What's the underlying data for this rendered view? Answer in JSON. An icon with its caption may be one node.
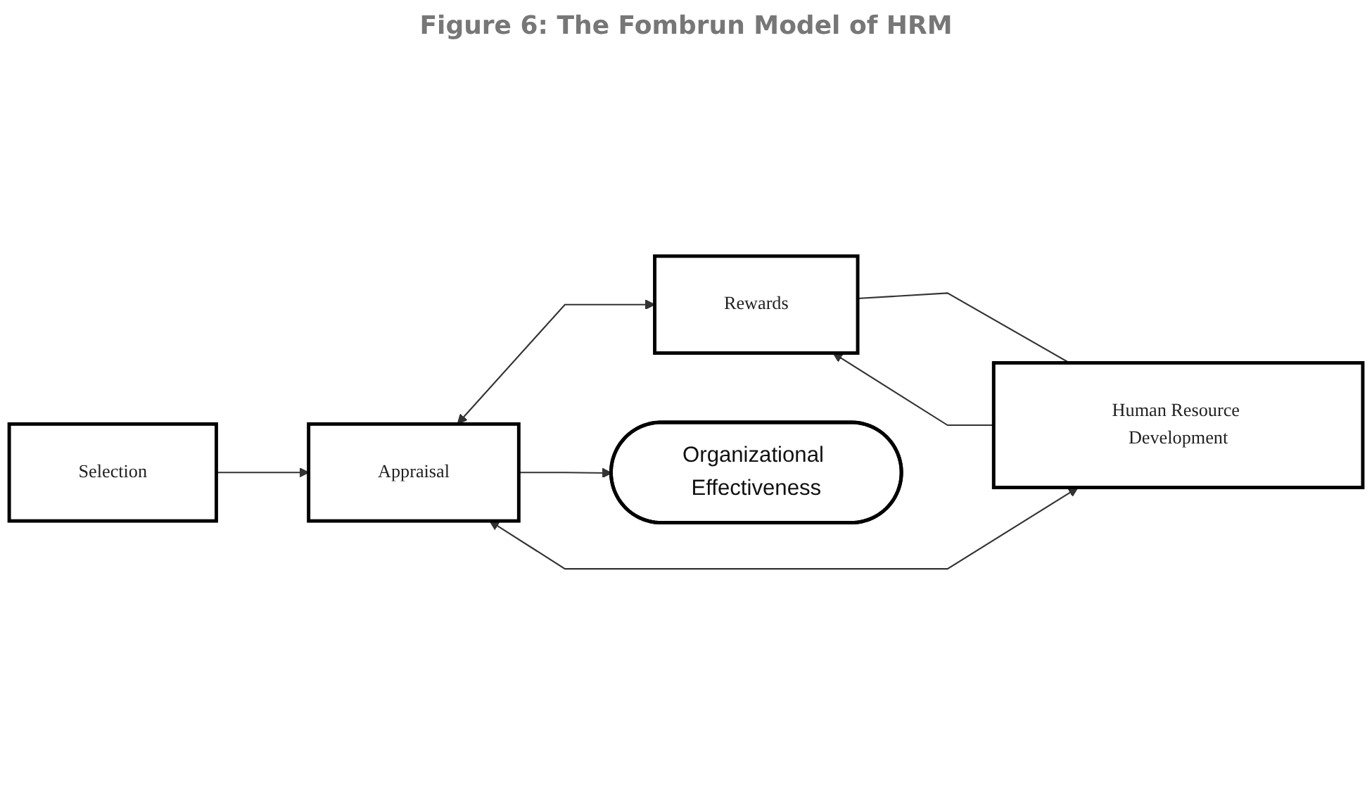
{
  "diagram": {
    "title": "Figure 6: The Fombrun Model of HRM",
    "nodes": [
      {
        "text": [
          "Selection"
        ]
      },
      {
        "text": [
          "Human Resource Development"
        ]
      },
      {
        "text": [
          "Appraisal"
        ]
      },
      {
        "text": [
          "Rewards"
        ]
      },
      {
        "text": [
          "Organizational Effectiveness"
        ]
      }
    ],
    "edges": [
      {
        "from": 0,
        "to": 2,
        "arrow": "to"
      },
      {
        "from": 1,
        "to": 2,
        "arrow": "both"
      },
      {
        "from": 2,
        "to": 3,
        "arrow": "both"
      },
      {
        "from": 2,
        "to": 4,
        "arrow": "to"
      },
      {
        "from": 1,
        "to": 3,
        "arrow": "to"
      },
      {
        "from": 3,
        "to": 1,
        "arrow": "none"
      }
    ]
  }
}
